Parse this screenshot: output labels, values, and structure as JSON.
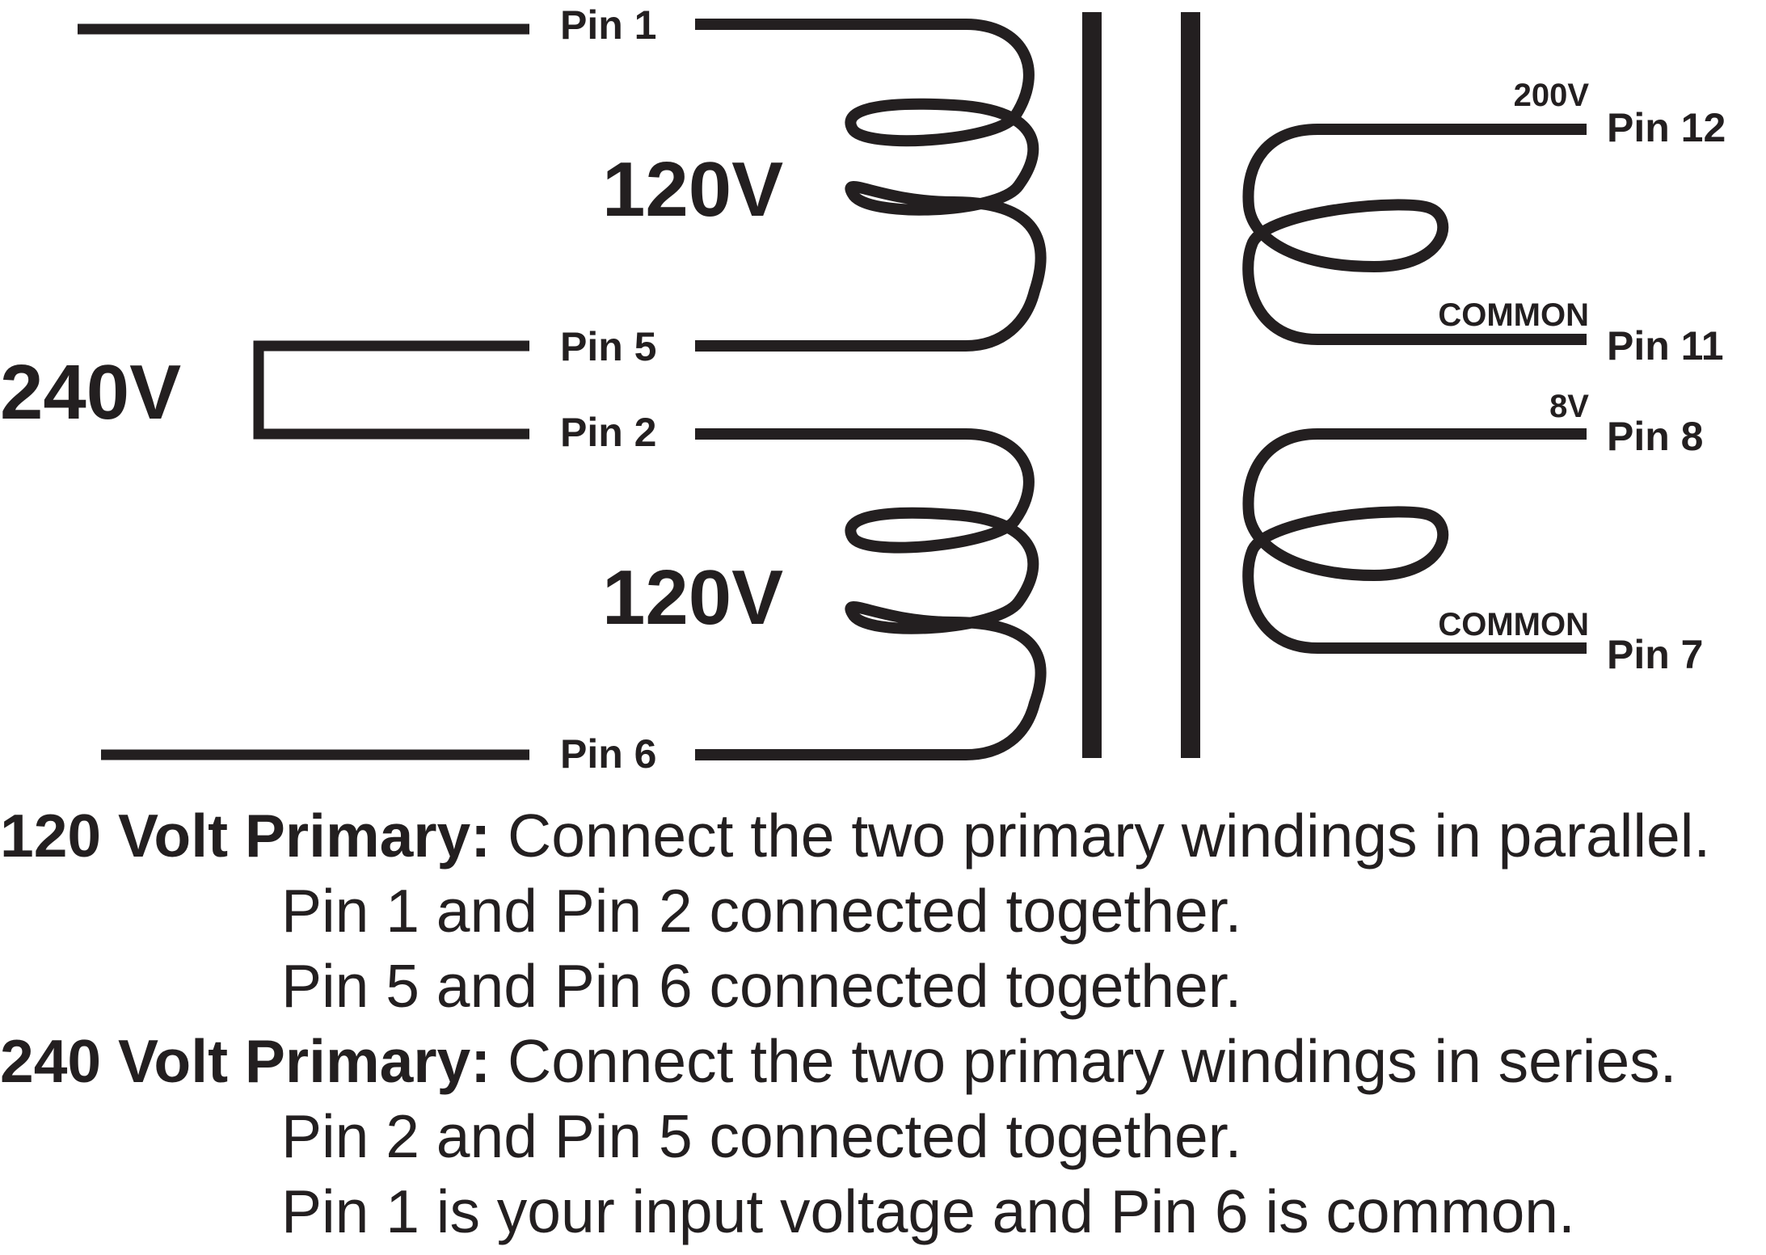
{
  "primary": {
    "total_voltage": "240V",
    "upper_winding_voltage": "120V",
    "lower_winding_voltage": "120V",
    "pins": {
      "p1": "Pin 1",
      "p5": "Pin 5",
      "p2": "Pin 2",
      "p6": "Pin 6"
    }
  },
  "secondary": {
    "upper": {
      "tap_label": "200V",
      "common_label": "COMMON",
      "pin_top": "Pin 12",
      "pin_bottom": "Pin 11"
    },
    "lower": {
      "tap_label": "8V",
      "common_label": "COMMON",
      "pin_top": "Pin 8",
      "pin_bottom": "Pin 7"
    }
  },
  "notes": {
    "v120": {
      "heading": "120 Volt Primary:",
      "text": " Connect the two primary windings in parallel.",
      "lines": [
        "Pin 1 and Pin 2 connected together.",
        "Pin 5 and Pin 6 connected together."
      ]
    },
    "v240": {
      "heading": "240 Volt Primary:",
      "text": " Connect the two primary windings in series.",
      "lines": [
        "Pin 2 and Pin 5 connected together.",
        "Pin 1 is your input voltage and Pin 6 is common."
      ]
    }
  }
}
